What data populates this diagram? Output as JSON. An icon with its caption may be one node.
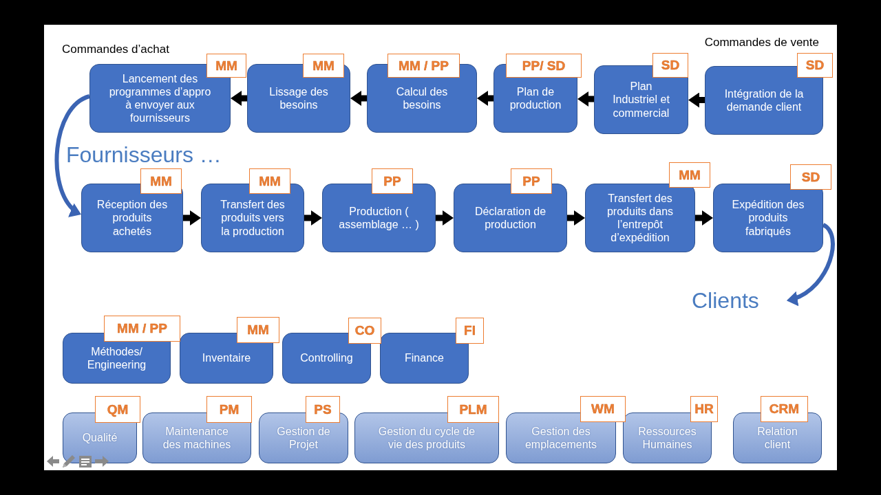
{
  "diagram": {
    "nodes": [
      {
        "text": [
          "Lancement des programmes d’appro à envoyer aux fournisseurs"
        ]
      },
      {
        "text": [
          "MM"
        ]
      },
      {
        "text": [
          "Lissage des besoins"
        ]
      },
      {
        "text": [
          "MM"
        ]
      },
      {
        "text": [
          "Calcul des besoins"
        ]
      },
      {
        "text": [
          "MM / PP"
        ]
      },
      {
        "text": [
          "Plan de production"
        ]
      },
      {
        "text": [
          "PP/ SD"
        ]
      },
      {
        "text": [
          "Plan Industriel et commercial"
        ]
      },
      {
        "text": [
          "SD"
        ]
      },
      {
        "text": [
          "Intégration de la demande client"
        ]
      },
      {
        "text": [
          "SD"
        ]
      },
      {
        "text": [
          "Réception des produits achetés"
        ]
      },
      {
        "text": [
          "MM"
        ]
      },
      {
        "text": [
          "Transfert des produits vers la production"
        ]
      },
      {
        "text": [
          "MM"
        ]
      },
      {
        "text": [
          "Production ( assemblage … )"
        ]
      },
      {
        "text": [
          "PP"
        ]
      },
      {
        "text": [
          "Déclaration de production"
        ]
      },
      {
        "text": [
          "PP"
        ]
      },
      {
        "text": [
          "Transfert des produits dans l’entrepôt d’expédition"
        ]
      },
      {
        "text": [
          "MM"
        ]
      },
      {
        "text": [
          "Expédition des produits fabriqués"
        ]
      },
      {
        "text": [
          "SD"
        ]
      },
      {
        "text": [
          "Clients"
        ]
      },
      {
        "text": [
          "Méthodes/ Engineering"
        ]
      },
      {
        "text": [
          "MM / PP"
        ]
      },
      {
        "text": [
          "Inventaire"
        ]
      },
      {
        "text": [
          "MM"
        ]
      },
      {
        "text": [
          "Controlling"
        ]
      },
      {
        "text": [
          "CO"
        ]
      },
      {
        "text": [
          "Finance"
        ]
      },
      {
        "text": [
          "FI"
        ]
      },
      {
        "text": [
          "Qualité"
        ]
      },
      {
        "text": [
          "QM"
        ]
      },
      {
        "text": [
          "Maintenance des machines"
        ]
      },
      {
        "text": [
          "PM"
        ]
      },
      {
        "text": [
          "Gestion de Projet"
        ]
      },
      {
        "text": [
          "PS"
        ]
      },
      {
        "text": [
          "Gestion du cycle de vie des produits"
        ]
      },
      {
        "text": [
          "PLM"
        ]
      },
      {
        "text": [
          "Gestion des emplacements"
        ]
      },
      {
        "text": [
          "WM"
        ]
      },
      {
        "text": [
          "Ressources Humaines"
        ]
      },
      {
        "text": [
          "HR"
        ]
      },
      {
        "text": [
          "Relation client"
        ]
      },
      {
        "text": [
          "CRM"
        ]
      }
    ],
    "edges": [
      {
        "from": 10,
        "to": 8,
        "arrow": "to"
      },
      {
        "from": 8,
        "to": 6,
        "arrow": "to"
      },
      {
        "from": 6,
        "to": 4,
        "arrow": "to"
      },
      {
        "from": 4,
        "to": 2,
        "arrow": "to"
      },
      {
        "from": 2,
        "to": 0,
        "arrow": "to"
      },
      {
        "from": 0,
        "to": 12,
        "arrow": "to",
        "color": "#3b64b3"
      },
      {
        "from": 12,
        "to": 14,
        "arrow": "to"
      },
      {
        "from": 14,
        "to": 16,
        "arrow": "to"
      },
      {
        "from": 16,
        "to": 18,
        "arrow": "to"
      },
      {
        "from": 18,
        "to": 20,
        "arrow": "to"
      },
      {
        "from": 20,
        "to": 22,
        "arrow": "to"
      },
      {
        "from": 22,
        "to": 24,
        "arrow": "to",
        "color": "#3b64b3"
      }
    ],
    "labels": [
      "Commandes d’achat",
      "Commandes de vente",
      "Fournisseurs …"
    ]
  }
}
